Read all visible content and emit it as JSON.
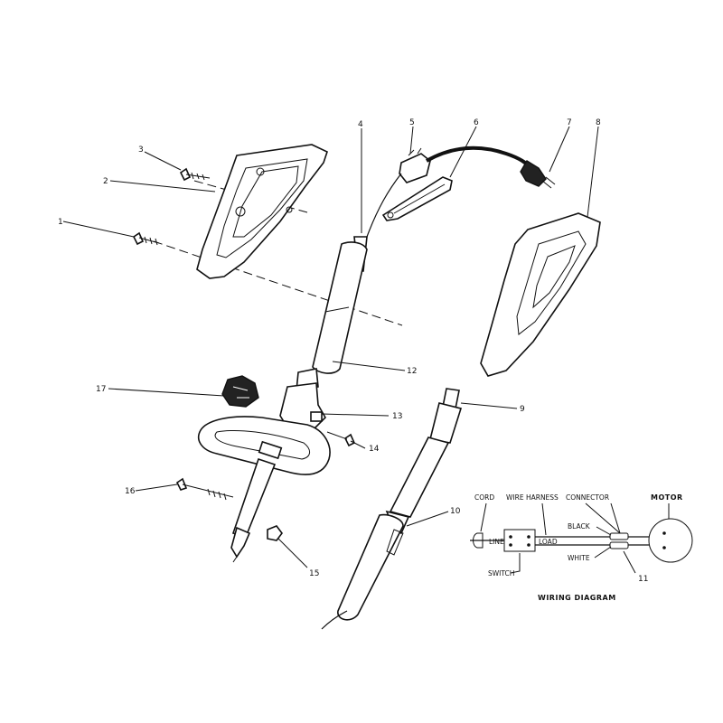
{
  "callouts": [
    "1",
    "2",
    "3",
    "4",
    "5",
    "6",
    "7",
    "8",
    "9",
    "10",
    "11",
    "12",
    "13",
    "14",
    "15",
    "16",
    "17"
  ],
  "wiring": {
    "title": "WIRING DIAGRAM",
    "cord": "CORD",
    "wire_harness": "WIRE HARNESS",
    "connector": "CONNECTOR",
    "motor": "MOTOR",
    "line": "LINE",
    "load": "LOAD",
    "black": "BLACK",
    "white": "WHITE",
    "switch": "SWITCH"
  }
}
